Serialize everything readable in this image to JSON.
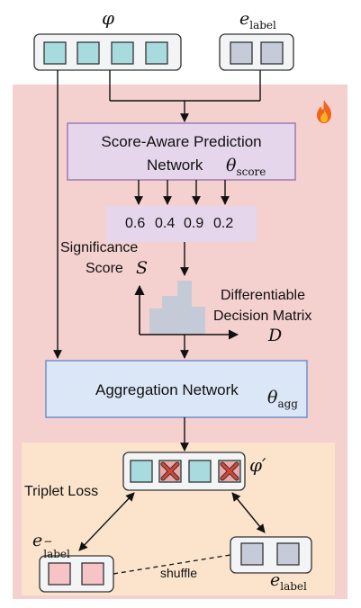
{
  "inputs": {
    "phi_label": "φ",
    "elabel_label": "e",
    "elabel_sub": "label"
  },
  "score_network": {
    "title_line1": "Score-Aware Prediction",
    "title_line2": "Network",
    "param": "θ",
    "param_sub": "score"
  },
  "scores": {
    "values": [
      "0.6",
      "0.4",
      "0.9",
      "0.2"
    ]
  },
  "significance": {
    "line1": "Significance",
    "line2": "Score",
    "symbol": "S"
  },
  "decision_matrix": {
    "line1": "Differentiable",
    "line2": "Decision Matrix",
    "symbol": "D"
  },
  "aggregation": {
    "title": "Aggregation Network",
    "param": "θ",
    "param_sub": "agg"
  },
  "triplet": {
    "title": "Triplet Loss",
    "phi_prime": "φ′",
    "neg_label": "e",
    "neg_sub": "label",
    "neg_sup": "−",
    "pos_label": "e",
    "pos_sub": "label",
    "shuffle": "shuffle"
  },
  "colors": {
    "trainable_bg": "#f4d0cf",
    "triplet_bg": "#fbe3cc",
    "score_net_fill": "#e6d6eb",
    "score_net_stroke": "#9b7bb0",
    "agg_fill": "#dbe6f6",
    "agg_stroke": "#6f8fd1",
    "teal_cell": "#a8dbdd",
    "grey_cell": "#c5cbd8",
    "pink_cell": "#f6c3c6",
    "x_mark": "#d9443a",
    "histogram": "#c5cbd6"
  },
  "icons": [
    "flame-icon"
  ]
}
